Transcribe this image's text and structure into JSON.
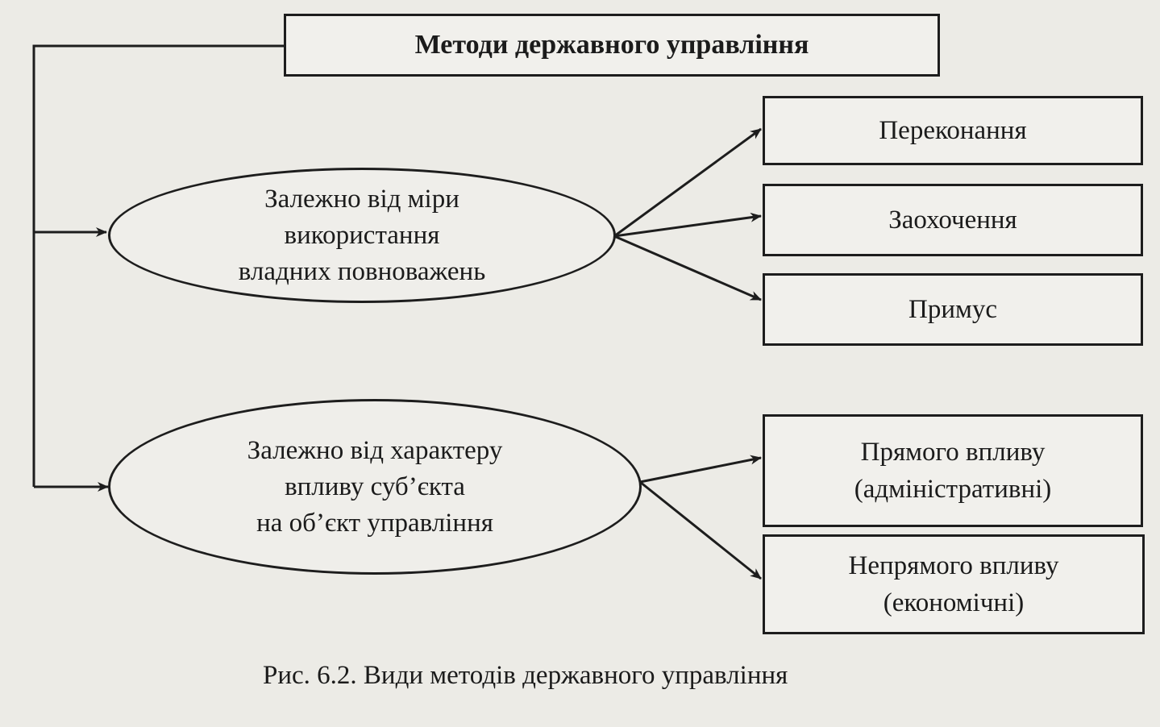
{
  "title": "Методи державного управління",
  "groups": [
    {
      "label": "Залежно від міри використання владних повноважень",
      "label_lines": [
        "Залежно від міри",
        "використання",
        "владних повноважень"
      ],
      "methods": [
        "Переконання",
        "Заохочення",
        "Примус"
      ]
    },
    {
      "label": "Залежно від характеру впливу суб’єкта на об’єкт управління",
      "label_lines": [
        "Залежно від характеру",
        "впливу суб’єкта",
        "на об’єкт управління"
      ],
      "methods": [
        {
          "line1": "Прямого впливу",
          "line2": "(адміністративні)"
        },
        {
          "line1": "Непрямого впливу",
          "line2": "(економічні)"
        }
      ]
    }
  ],
  "caption": "Рис. 6.2. Види методів державного управління"
}
